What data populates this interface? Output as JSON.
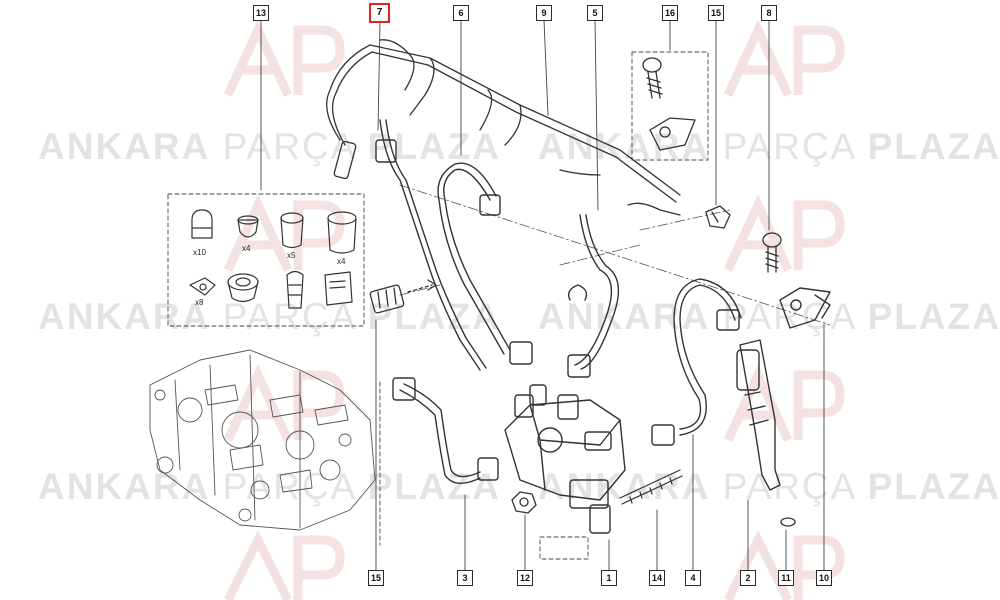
{
  "watermark": {
    "brand_bold": "ANKARA",
    "brand_thin": "PARÇA",
    "brand_plaza": "PLAZA",
    "logo_letters": "AP"
  },
  "callouts": [
    "13",
    "7",
    "6",
    "9",
    "5",
    "16",
    "15",
    "8",
    "15",
    "3",
    "12",
    "1",
    "14",
    "4",
    "2",
    "11",
    "10"
  ],
  "highlighted_callout": "7",
  "kit_quantities": [
    "x10",
    "x4",
    "x5",
    "x4",
    "x8"
  ],
  "colors": {
    "line": "#333333",
    "highlight": "#e0241b",
    "watermark": "#e3e3e3"
  }
}
